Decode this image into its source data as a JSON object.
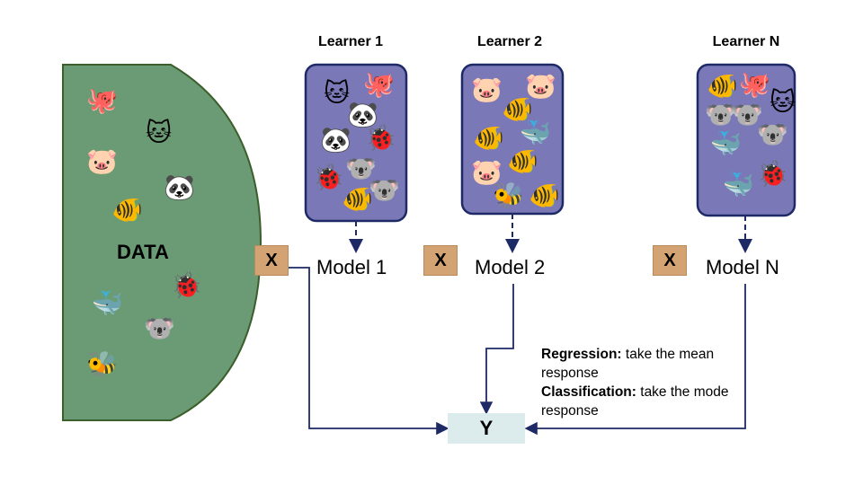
{
  "data_label": "DATA",
  "learners": [
    {
      "title": "Learner 1",
      "model": "Model 1",
      "x_label": "X"
    },
    {
      "title": "Learner 2",
      "model": "Model 2",
      "x_label": "X"
    },
    {
      "title": "Learner N",
      "model": "Model N",
      "x_label": "X"
    }
  ],
  "output_label": "Y",
  "notes": {
    "regression_label": "Regression:",
    "regression_text": " take the mean response",
    "classification_label": "Classification:",
    "classification_text": " take the mode response"
  },
  "icons": {
    "data_panel": [
      "octopus",
      "cat",
      "pig",
      "panda",
      "fish",
      "ladybug",
      "whale",
      "koala",
      "bee"
    ],
    "learner1": [
      "cat",
      "octopus",
      "panda",
      "panda",
      "ladybug",
      "ladybug",
      "koala",
      "koala",
      "fish"
    ],
    "learner2": [
      "pig",
      "pig",
      "fish",
      "fish",
      "whale",
      "pig",
      "fish",
      "bee",
      "fish"
    ],
    "learnerN": [
      "fish",
      "octopus",
      "cat",
      "koala",
      "koala",
      "koala",
      "whale",
      "whale",
      "ladybug"
    ]
  },
  "colors": {
    "data_fill": "#6b9b74",
    "data_stroke": "#3b5e2b",
    "learner_fill": "#7b78b8",
    "learner_stroke": "#1d2a66",
    "arrow": "#1d2a66",
    "x_box": "#d4a373",
    "y_box": "#dcebec"
  }
}
